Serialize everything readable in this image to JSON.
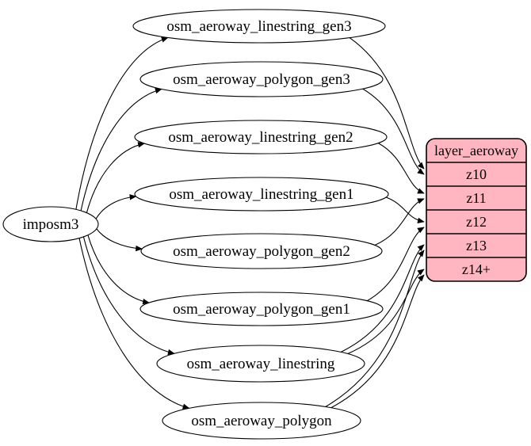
{
  "diagram": {
    "kind": "etl-graph",
    "source": {
      "id": "imposm3",
      "label": "imposm3"
    },
    "tables": [
      {
        "id": "osm_aeroway_linestring_gen3",
        "label": "osm_aeroway_linestring_gen3"
      },
      {
        "id": "osm_aeroway_polygon_gen3",
        "label": "osm_aeroway_polygon_gen3"
      },
      {
        "id": "osm_aeroway_linestring_gen2",
        "label": "osm_aeroway_linestring_gen2"
      },
      {
        "id": "osm_aeroway_linestring_gen1",
        "label": "osm_aeroway_linestring_gen1"
      },
      {
        "id": "osm_aeroway_polygon_gen2",
        "label": "osm_aeroway_polygon_gen2"
      },
      {
        "id": "osm_aeroway_polygon_gen1",
        "label": "osm_aeroway_polygon_gen1"
      },
      {
        "id": "osm_aeroway_linestring",
        "label": "osm_aeroway_linestring"
      },
      {
        "id": "osm_aeroway_polygon",
        "label": "osm_aeroway_polygon"
      }
    ],
    "layer": {
      "id": "layer_aeroway",
      "header": "layer_aeroway",
      "rows": [
        "z10",
        "z11",
        "z12",
        "z13",
        "z14+"
      ]
    },
    "edges": [
      {
        "from": "imposm3",
        "to": "osm_aeroway_linestring_gen3"
      },
      {
        "from": "imposm3",
        "to": "osm_aeroway_polygon_gen3"
      },
      {
        "from": "imposm3",
        "to": "osm_aeroway_linestring_gen2"
      },
      {
        "from": "imposm3",
        "to": "osm_aeroway_linestring_gen1"
      },
      {
        "from": "imposm3",
        "to": "osm_aeroway_polygon_gen2"
      },
      {
        "from": "imposm3",
        "to": "osm_aeroway_polygon_gen1"
      },
      {
        "from": "imposm3",
        "to": "osm_aeroway_linestring"
      },
      {
        "from": "imposm3",
        "to": "osm_aeroway_polygon"
      },
      {
        "from": "osm_aeroway_linestring_gen3",
        "to": "layer_aeroway.z10"
      },
      {
        "from": "osm_aeroway_polygon_gen3",
        "to": "layer_aeroway.z10"
      },
      {
        "from": "osm_aeroway_linestring_gen2",
        "to": "layer_aeroway.z11"
      },
      {
        "from": "osm_aeroway_polygon_gen2",
        "to": "layer_aeroway.z11"
      },
      {
        "from": "osm_aeroway_linestring_gen1",
        "to": "layer_aeroway.z12"
      },
      {
        "from": "osm_aeroway_polygon_gen1",
        "to": "layer_aeroway.z12"
      },
      {
        "from": "osm_aeroway_linestring",
        "to": "layer_aeroway.z13"
      },
      {
        "from": "osm_aeroway_polygon",
        "to": "layer_aeroway.z13"
      },
      {
        "from": "osm_aeroway_linestring",
        "to": "layer_aeroway.z14+"
      },
      {
        "from": "osm_aeroway_polygon",
        "to": "layer_aeroway.z14+"
      }
    ],
    "colors": {
      "layer_fill": "#ffb6c1",
      "table_fill": "#ffffff",
      "stroke": "#000000",
      "background": "#ffffff"
    }
  }
}
